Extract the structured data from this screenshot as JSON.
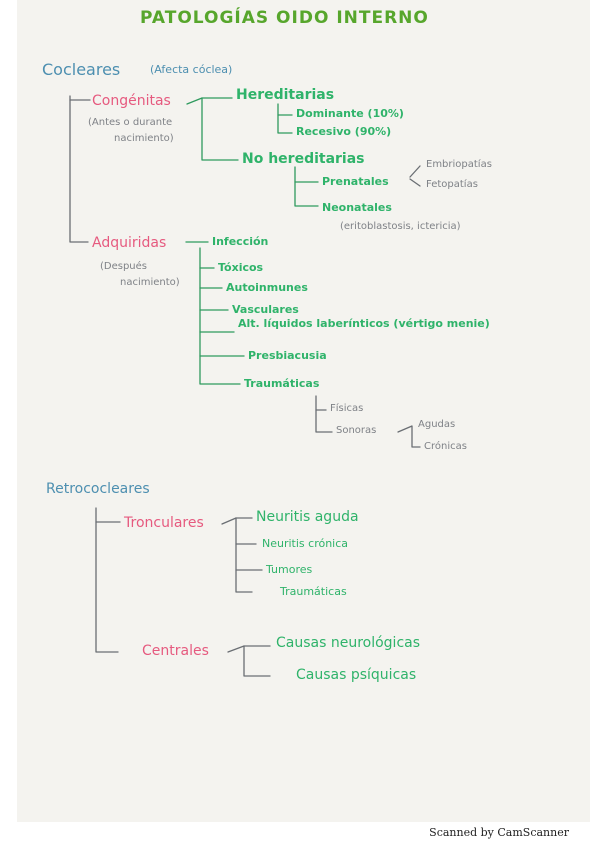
{
  "title": "PATOLOGÍAS OIDO INTERNO",
  "cocleares": {
    "heading": "Cocleares",
    "note": "(Afecta cóclea)",
    "congenitas": {
      "label": "Congénitas",
      "note_line1": "(Antes o durante",
      "note_line2": "nacimiento)",
      "hereditarias": {
        "label": "Hereditarias",
        "items": [
          "Dominante (10%)",
          "Recesivo (90%)"
        ]
      },
      "no_hereditarias": {
        "label": "No hereditarias",
        "prenatales": "Prenatales",
        "prenatales_sub": [
          "Embriopatías",
          "Fetopatías"
        ],
        "neonatales": "Neonatales",
        "neonatales_note": "(eritoblastosis, ictericia)"
      }
    },
    "adquiridas": {
      "label": "Adquiridas",
      "note_line1": "(Después",
      "note_line2": "nacimiento)",
      "items": [
        "Infección",
        "Tóxicos",
        "Autoinmunes",
        "Vasculares",
        "Alt. líquidos laberínticos (vértigo menie)",
        "Presbiacusia",
        "Traumáticas"
      ],
      "traumaticas": {
        "fisicas": "Físicas",
        "sonoras": "Sonoras",
        "sonoras_sub": [
          "Agudas",
          "Crónicas"
        ]
      }
    }
  },
  "retrococleares": {
    "heading": "Retrococleares",
    "tronculares": {
      "label": "Tronculares",
      "items": [
        "Neuritis aguda",
        "Neuritis crónica",
        "Tumores",
        "Traumáticas"
      ]
    },
    "centrales": {
      "label": "Centrales",
      "items": [
        "Causas neurológicas",
        "Causas psíquicas"
      ]
    }
  },
  "footer": "Scanned by CamScanner"
}
